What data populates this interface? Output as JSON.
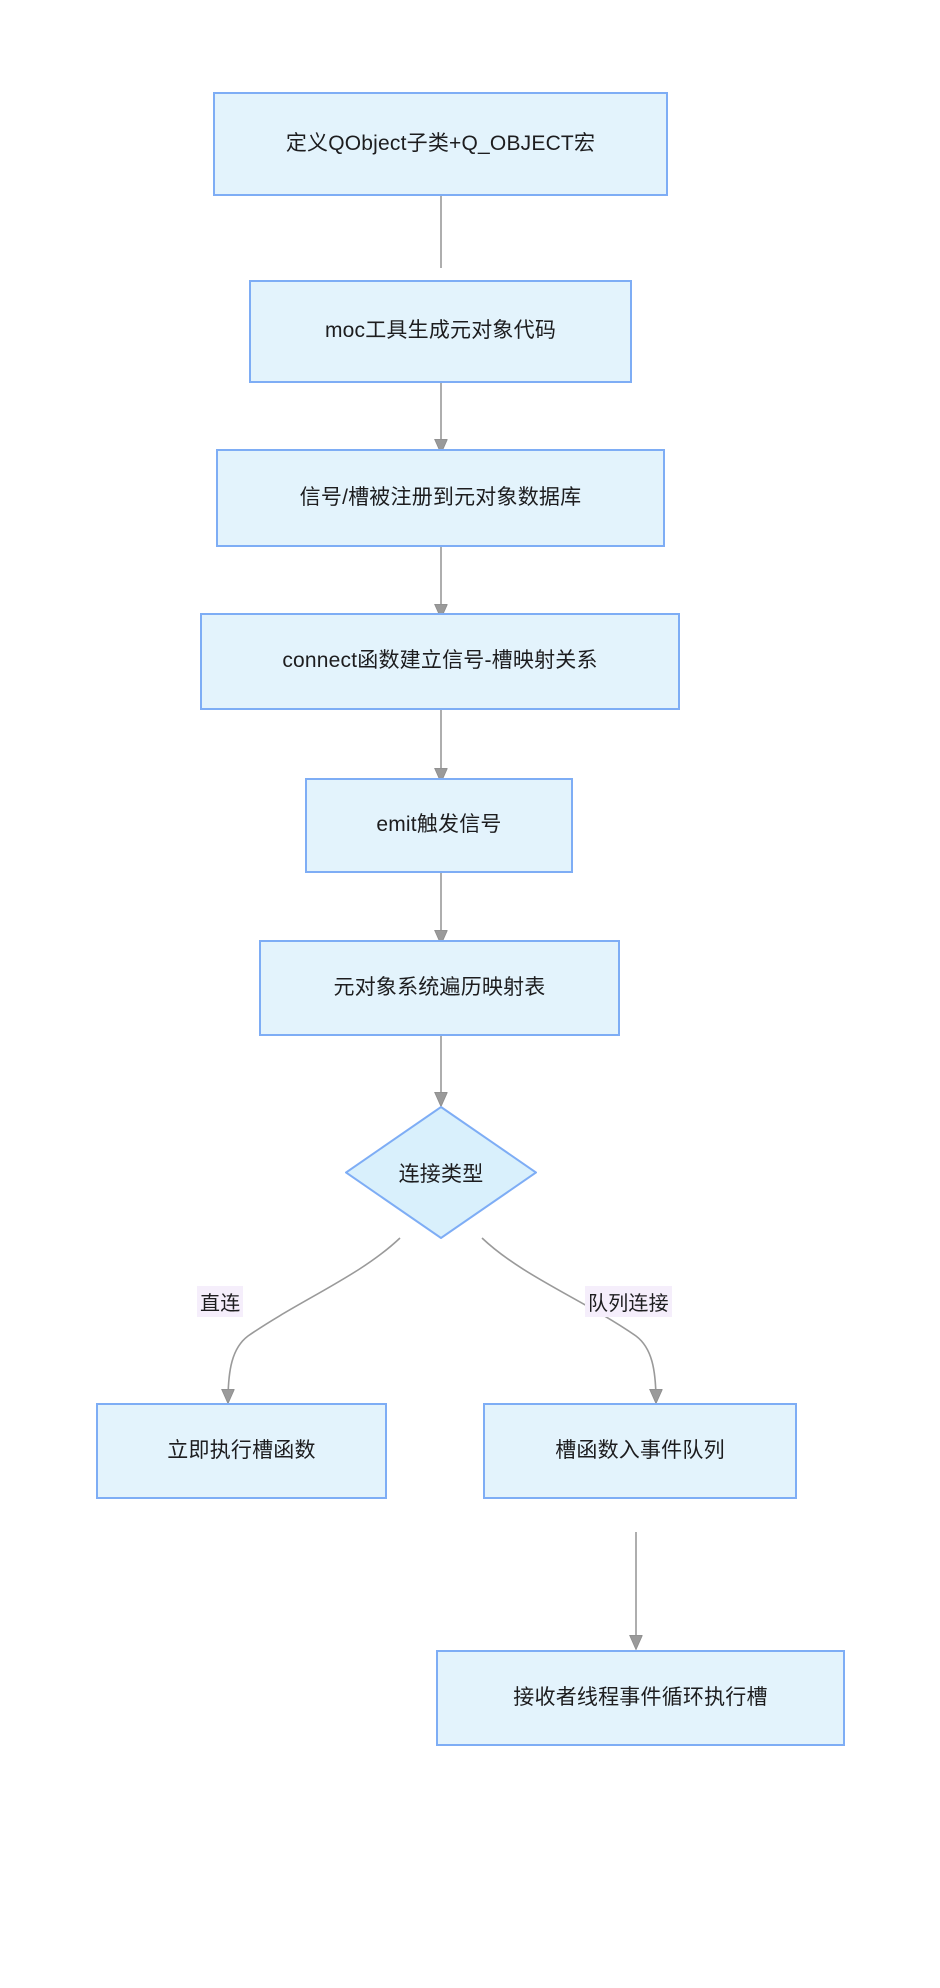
{
  "diagram": {
    "title": "Qt signal-slot mechanism flowchart",
    "type": "flowchart",
    "direction": "top-down",
    "colors": {
      "node_fill": "#e3f3fc",
      "node_border": "#7eadf5",
      "edge_stroke": "#9a9a9a",
      "edge_label_bg": "#f5eefb",
      "text": "#1d1d1f",
      "background": "#ffffff"
    },
    "nodes": [
      {
        "id": "n1",
        "shape": "rect",
        "label": "定义QObject子类+Q_OBJECT宏"
      },
      {
        "id": "n2",
        "shape": "rect",
        "label": "moc工具生成元对象代码"
      },
      {
        "id": "n3",
        "shape": "rect",
        "label": "信号/槽被注册到元对象数据库"
      },
      {
        "id": "n4",
        "shape": "rect",
        "label": "connect函数建立信号-槽映射关系"
      },
      {
        "id": "n5",
        "shape": "rect",
        "label": "emit触发信号"
      },
      {
        "id": "n6",
        "shape": "rect",
        "label": "元对象系统遍历映射表"
      },
      {
        "id": "n7",
        "shape": "diamond",
        "label": "连接类型"
      },
      {
        "id": "n8",
        "shape": "rect",
        "label": "立即执行槽函数"
      },
      {
        "id": "n9",
        "shape": "rect",
        "label": "槽函数入事件队列"
      },
      {
        "id": "n10",
        "shape": "rect",
        "label": "接收者线程事件循环执行槽"
      }
    ],
    "edges": [
      {
        "from": "n1",
        "to": "n2",
        "label": ""
      },
      {
        "from": "n2",
        "to": "n3",
        "label": ""
      },
      {
        "from": "n3",
        "to": "n4",
        "label": ""
      },
      {
        "from": "n4",
        "to": "n5",
        "label": ""
      },
      {
        "from": "n5",
        "to": "n6",
        "label": ""
      },
      {
        "from": "n6",
        "to": "n7",
        "label": ""
      },
      {
        "from": "n7",
        "to": "n8",
        "label": "直连"
      },
      {
        "from": "n7",
        "to": "n9",
        "label": "队列连接"
      },
      {
        "from": "n9",
        "to": "n10",
        "label": ""
      }
    ],
    "edge_labels": {
      "direct": "直连",
      "queued": "队列连接"
    }
  }
}
